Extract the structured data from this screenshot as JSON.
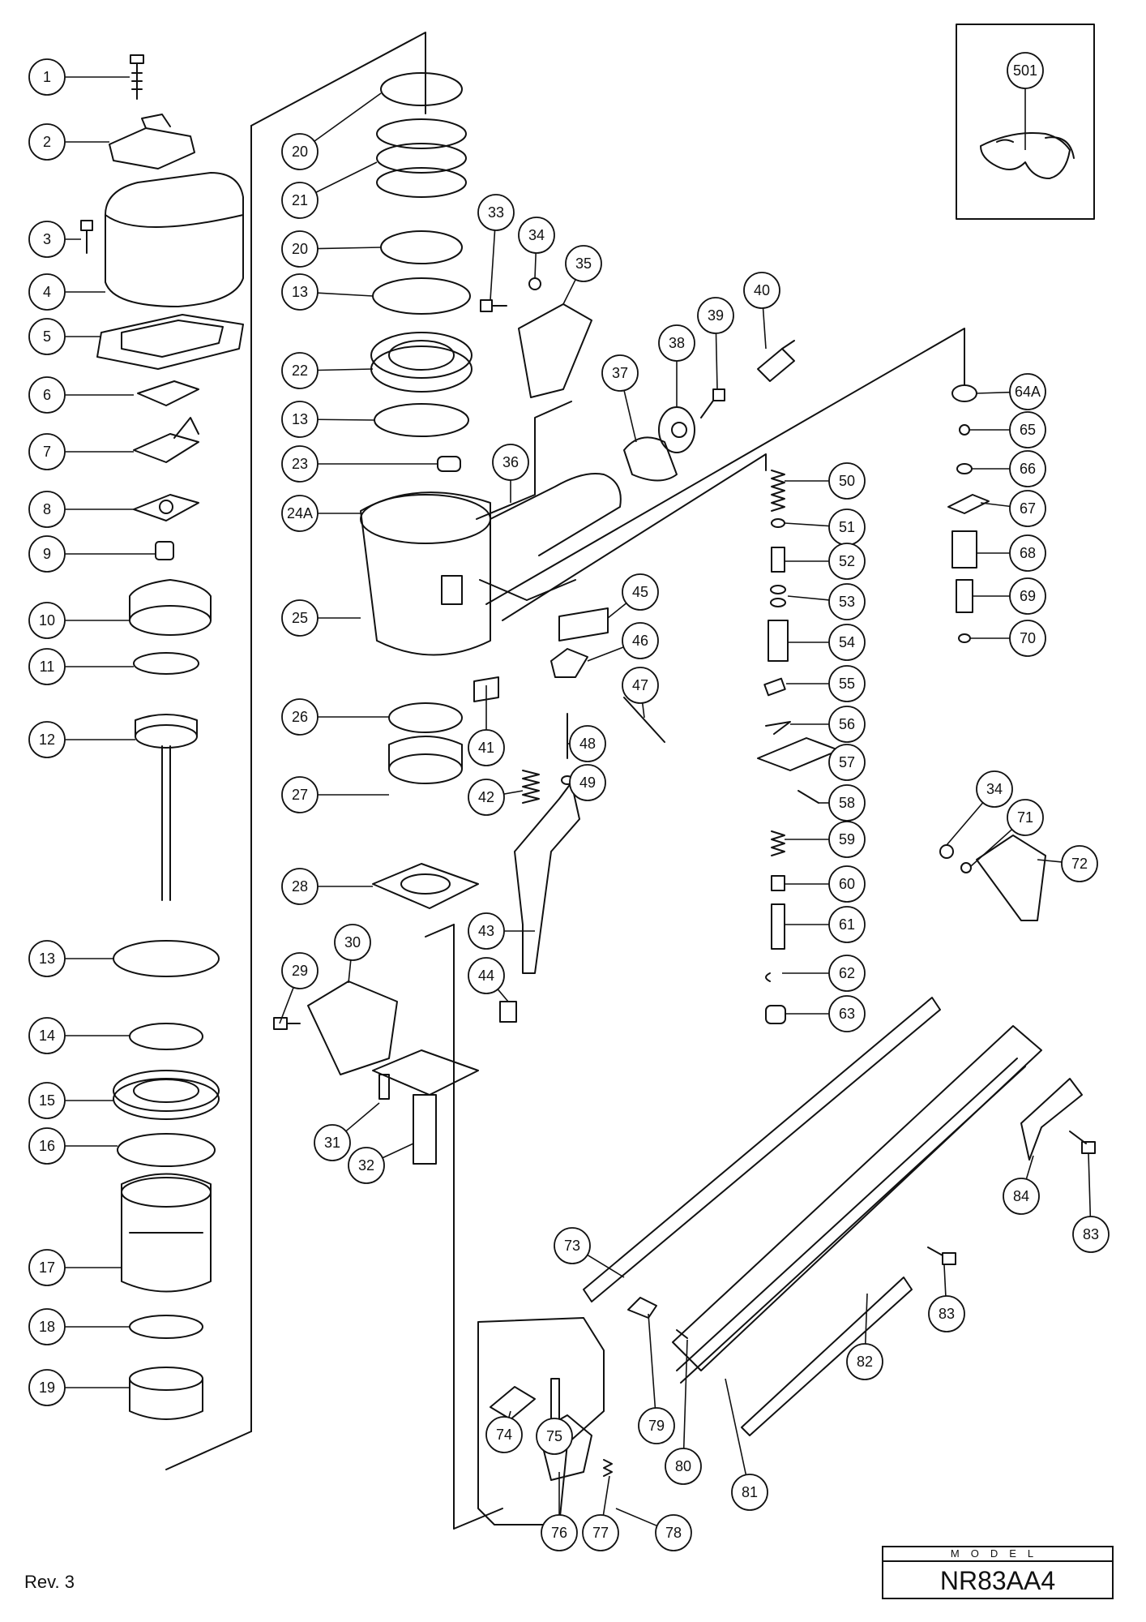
{
  "revision": "Rev. 3",
  "model_label": "MODEL",
  "model_number": "NR83AA4",
  "callouts": [
    "1",
    "2",
    "3",
    "4",
    "5",
    "6",
    "7",
    "8",
    "9",
    "10",
    "11",
    "12",
    "13",
    "14",
    "15",
    "16",
    "17",
    "18",
    "19",
    "20",
    "21",
    "20",
    "13",
    "22",
    "13",
    "23",
    "24A",
    "25",
    "26",
    "27",
    "28",
    "29",
    "30",
    "31",
    "32",
    "33",
    "34",
    "35",
    "36",
    "37",
    "38",
    "39",
    "40",
    "41",
    "42",
    "43",
    "44",
    "45",
    "46",
    "47",
    "48",
    "49",
    "50",
    "51",
    "52",
    "53",
    "54",
    "55",
    "56",
    "57",
    "58",
    "59",
    "60",
    "61",
    "62",
    "63",
    "64A",
    "65",
    "66",
    "67",
    "68",
    "69",
    "70",
    "34",
    "71",
    "72",
    "73",
    "74",
    "75",
    "76",
    "77",
    "78",
    "79",
    "80",
    "81",
    "82",
    "83",
    "83",
    "84",
    "13",
    "501"
  ]
}
